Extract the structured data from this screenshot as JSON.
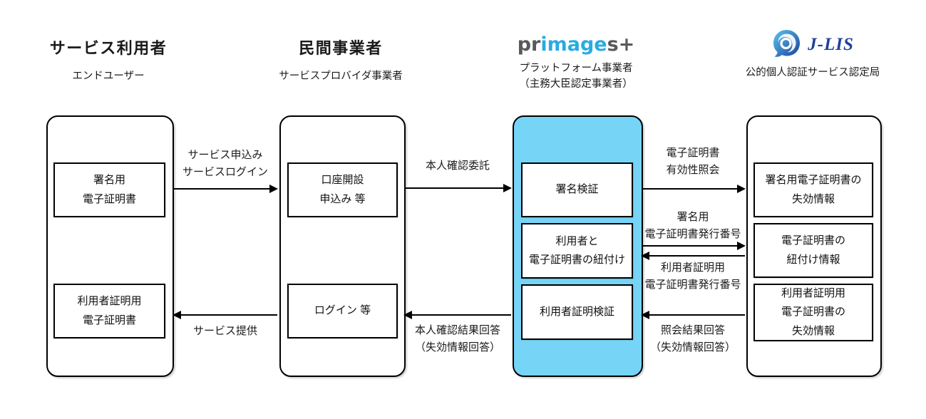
{
  "colors": {
    "platform_fill": "#76d5f7",
    "logo_blue": "#29abe2",
    "logo_gray": "#58595b",
    "jlis_blue": "#21409a",
    "line": "#000000"
  },
  "columns": [
    {
      "title": "サービス利用者",
      "subtitle": "エンドユーザー",
      "boxes": [
        {
          "label": "署名用\n電子証明書"
        },
        {
          "label": "利用者証明用\n電子証明書"
        }
      ]
    },
    {
      "title": "民間事業者",
      "subtitle": "サービスプロバイダ事業者",
      "boxes": [
        {
          "label": "口座開設\n申込み 等"
        },
        {
          "label": "ログイン 等"
        }
      ]
    },
    {
      "logo": {
        "part1": "pr",
        "part2": "image",
        "part3": "s+"
      },
      "subtitle": "プラットフォーム事業者\n（主務大臣認定事業者）",
      "boxes": [
        {
          "label": "署名検証"
        },
        {
          "label": "利用者と\n電子証明書の紐付け"
        },
        {
          "label": "利用者証明検証"
        }
      ]
    },
    {
      "logo_text": "J-LIS",
      "subtitle": "公的個人認証サービス認定局",
      "boxes": [
        {
          "label": "署名用電子証明書の\n失効情報"
        },
        {
          "label": "電子証明書の\n紐付け情報"
        },
        {
          "label": "利用者証明用\n電子証明書の\n失効情報"
        }
      ]
    }
  ],
  "arrows": [
    {
      "label": "サービス申込み\nサービスログイン",
      "direction": "right"
    },
    {
      "label": "サービス提供",
      "direction": "left"
    },
    {
      "label": "本人確認委託",
      "direction": "right"
    },
    {
      "label": "本人確認結果回答\n（失効情報回答）",
      "direction": "left"
    },
    {
      "label": "電子証明書\n有効性照会",
      "direction": "right"
    },
    {
      "label": "署名用\n電子証明書発行番号",
      "direction": "right"
    },
    {
      "label": "利用者証明用\n電子証明書発行番号",
      "direction": "left"
    },
    {
      "label": "照会結果回答\n（失効情報回答）",
      "direction": "left"
    }
  ]
}
